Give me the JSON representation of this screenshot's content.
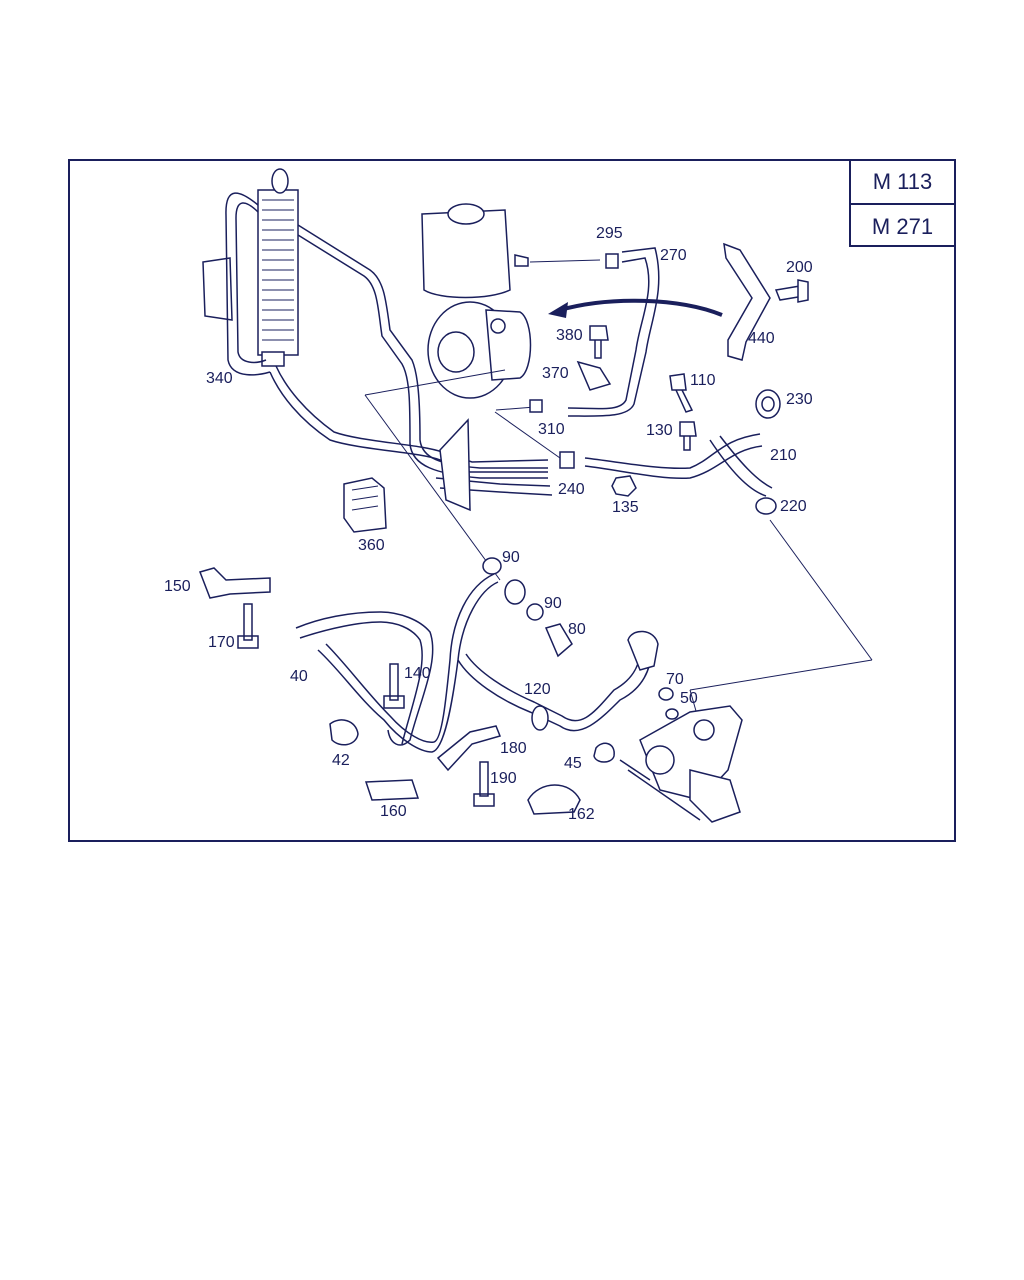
{
  "engine_codes": [
    "M 113",
    "M 271"
  ],
  "parts": {
    "p340": "340",
    "p295": "295",
    "p270": "270",
    "p200": "200",
    "p440": "440",
    "p380": "380",
    "p370": "370",
    "p110": "110",
    "p230": "230",
    "p310": "310",
    "p130": "130",
    "p210": "210",
    "p240": "240",
    "p135": "135",
    "p220": "220",
    "p360": "360",
    "p90a": "90",
    "p90b": "90",
    "p80": "80",
    "p150": "150",
    "p170": "170",
    "p140": "140",
    "p40": "40",
    "p120": "120",
    "p70": "70",
    "p50": "50",
    "p42": "42",
    "p180": "180",
    "p45": "45",
    "p190": "190",
    "p160": "160",
    "p162": "162"
  },
  "colors": {
    "ink": "#1a1f5c",
    "background": "#ffffff"
  }
}
